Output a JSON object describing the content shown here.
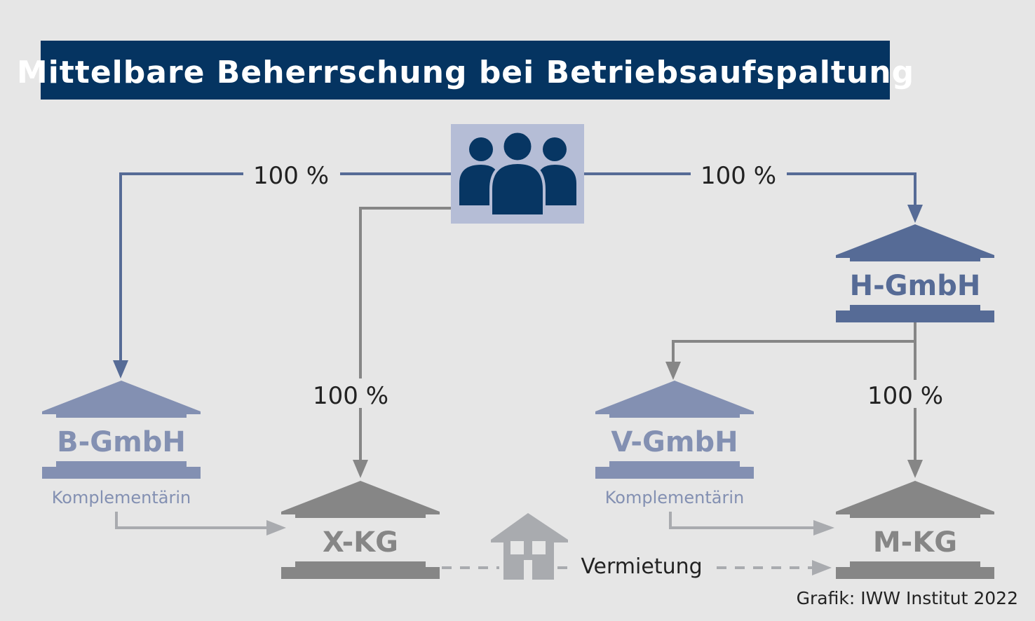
{
  "title": "Mittelbare Beherrschung bei Betriebsaufspaltung",
  "colors": {
    "background": "#e6e6e6",
    "title_bar": "#053461",
    "people_box": "#b5bdd6",
    "people": "#073663",
    "dark_blue": "#566b96",
    "light_blue": "#8390b2",
    "gray": "#868686",
    "light_gray": "#a9abaf"
  },
  "shareholders_icon": "people-group-icon",
  "percentages": {
    "to_b_gmbh": "100 %",
    "to_h_gmbh": "100 %",
    "to_x_kg": "100 %",
    "to_m_kg": "100 %"
  },
  "companies": {
    "h_gmbh": {
      "name": "H-GmbH"
    },
    "b_gmbh": {
      "name": "B-GmbH",
      "role": "Komplementärin"
    },
    "v_gmbh": {
      "name": "V-GmbH",
      "role": "Komplementärin"
    },
    "x_kg": {
      "name": "X-KG"
    },
    "m_kg": {
      "name": "M-KG"
    }
  },
  "rental": {
    "label": "Vermietung",
    "icon": "house-icon"
  },
  "credit": "Grafik: IWW Institut 2022"
}
